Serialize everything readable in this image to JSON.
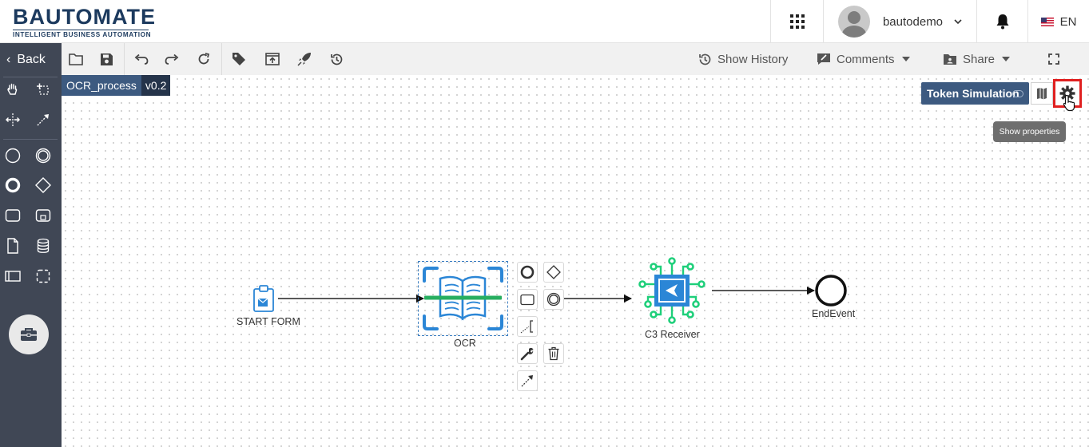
{
  "brand": {
    "name": "BAUTOMATE",
    "tagline": "INTELLIGENT BUSINESS AUTOMATION",
    "color": "#1c3a5e"
  },
  "header": {
    "username": "bautodemo",
    "language": "EN",
    "icons": [
      "apps-grid-icon",
      "bell-icon",
      "us-flag-icon",
      "chevron-down-icon"
    ]
  },
  "sidebar": {
    "back_label": "Back",
    "tools": [
      "hand-tool-icon",
      "lasso-tool-icon",
      "space-tool-icon",
      "global-connect-icon",
      "start-event-icon",
      "intermediate-event-icon",
      "end-event-icon",
      "gateway-icon",
      "task-icon",
      "subprocess-icon",
      "data-object-icon",
      "data-store-icon",
      "pool-icon",
      "group-icon",
      "toolbox-icon"
    ]
  },
  "toolbar": {
    "icons": [
      "open-folder-icon",
      "save-icon",
      "undo-icon",
      "redo-icon",
      "refresh-icon",
      "tag-icon",
      "deploy-icon",
      "rocket-icon",
      "history-icon"
    ],
    "show_history": "Show History",
    "comments": "Comments",
    "share": "Share"
  },
  "canvas": {
    "process_name": "OCR_process",
    "version": "v0.2",
    "token_simulation": "Token Simulation",
    "tooltip": "Show properties",
    "nodes": {
      "start": "START FORM",
      "ocr": "OCR",
      "receiver": "C3 Receiver",
      "end": "EndEvent"
    }
  },
  "colors": {
    "sidebar": "#404755",
    "toolbar": "#f1f1f1",
    "accent": "#3d5a80",
    "highlight": "#e02020",
    "ocr_blue": "#2b86d6",
    "ocr_green": "#27ae60",
    "receiver_green": "#1ecf7a"
  }
}
